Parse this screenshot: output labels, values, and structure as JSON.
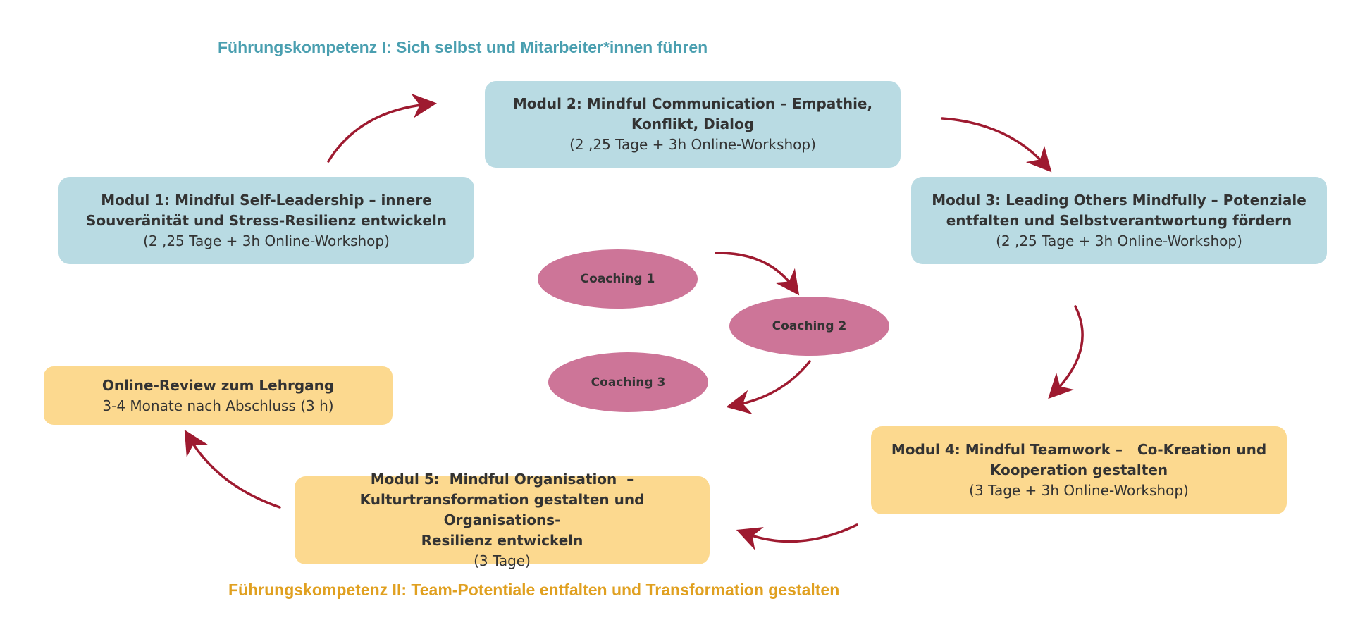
{
  "colors": {
    "heading_top": "#4a9fb0",
    "heading_bottom": "#e0a020",
    "box_blue": "#b9dbe3",
    "box_yellow": "#fcd98f",
    "coaching": "#cd7598",
    "arrow": "#9e1a30",
    "text": "#333333"
  },
  "headings": {
    "top": "Führungskompetenz I: Sich selbst und Mitarbeiter*innen führen",
    "bottom": "Führungskompetenz II: Team-Potentiale entfalten und Transformation gestalten"
  },
  "modules": {
    "m1": {
      "title_1": "Modul 1: Mindful Self-Leadership – innere",
      "title_2": "Souveränität und Stress-Resilienz entwickeln",
      "detail": "(2 ,25 Tage + 3h Online-Workshop)"
    },
    "m2": {
      "title_1": "Modul 2: Mindful Communication – Empathie,",
      "title_2": "Konflikt, Dialog",
      "detail": "(2 ,25 Tage + 3h Online-Workshop)"
    },
    "m3": {
      "title_1": "Modul 3: Leading Others Mindfully – Potenziale",
      "title_2": "entfalten und Selbstverantwortung fördern",
      "detail": "(2 ,25 Tage + 3h Online-Workshop)"
    },
    "m4": {
      "title_1": "Modul 4: Mindful Teamwork –   Co-Kreation und",
      "title_2": "Kooperation gestalten",
      "detail": "(3 Tage + 3h Online-Workshop)"
    },
    "m5": {
      "title_1": "Modul 5:  Mindful Organisation  –",
      "title_2": "Kulturtransformation gestalten und Organisations-",
      "title_3": "Resilienz entwickeln",
      "detail": "(3 Tage)"
    },
    "review": {
      "title": "Online-Review zum Lehrgang",
      "detail": "3-4 Monate nach Abschluss (3 h)"
    }
  },
  "coaching": {
    "c1": "Coaching 1",
    "c2": "Coaching 2",
    "c3": "Coaching 3"
  }
}
